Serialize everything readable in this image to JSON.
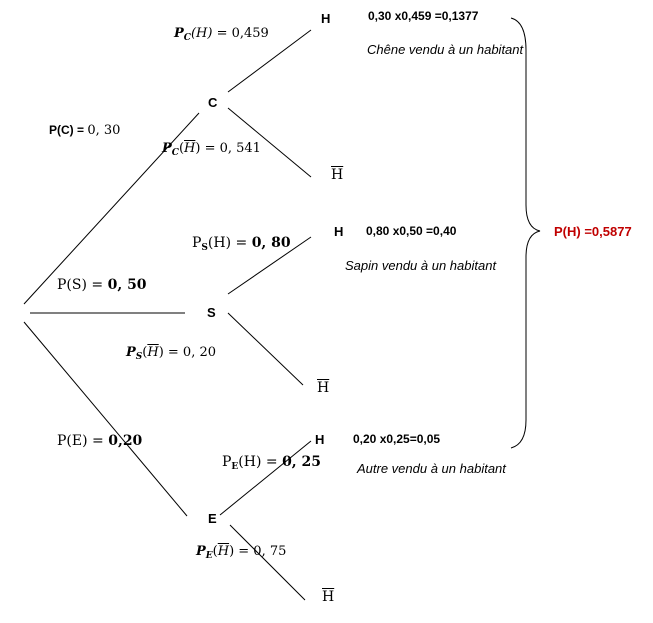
{
  "colors": {
    "lines": "#000000",
    "total": "#c00000"
  },
  "nodes": {
    "c": "C",
    "s": "S",
    "e": "E",
    "h": "H",
    "hbar": "H"
  },
  "first_level": {
    "pc": {
      "left": "P(C) = ",
      "value": "0, 30"
    },
    "ps": {
      "left": "P(S) = ",
      "value": "0, 50"
    },
    "pe": {
      "left": "P(E) = ",
      "value": "0,20"
    }
  },
  "second_level": {
    "pc_h": {
      "prefix": "P",
      "sub": "C",
      "mid": "(H) = ",
      "value": "0,459"
    },
    "pc_hbar": {
      "prefix": "P",
      "sub": "C",
      "arg": "H",
      "value": ") = 0, 541"
    },
    "ps_h": {
      "prefix": "P",
      "sub": "S",
      "mid": "(H) = ",
      "value": "0, 80"
    },
    "ps_hbar": {
      "prefix": "P",
      "sub": "S",
      "arg": "H",
      "value": ") = 0, 20"
    },
    "pe_h": {
      "prefix": "P",
      "sub": "E",
      "mid": "(H) = ",
      "value": "0, 25"
    },
    "pe_hbar": {
      "prefix": "P",
      "sub": "E",
      "arg": "H",
      "value": ") = 0, 75"
    }
  },
  "calculations": {
    "c": "0,30 x0,459 =0,1377",
    "s": "0,80 x0,50 =0,40",
    "e": "0,20 x0,25=0,05"
  },
  "notes": {
    "c": "Chêne vendu à un habitant",
    "s": "Sapin vendu à un habitant",
    "e": "Autre vendu à un habitant"
  },
  "total": "P(H) =0,5877"
}
